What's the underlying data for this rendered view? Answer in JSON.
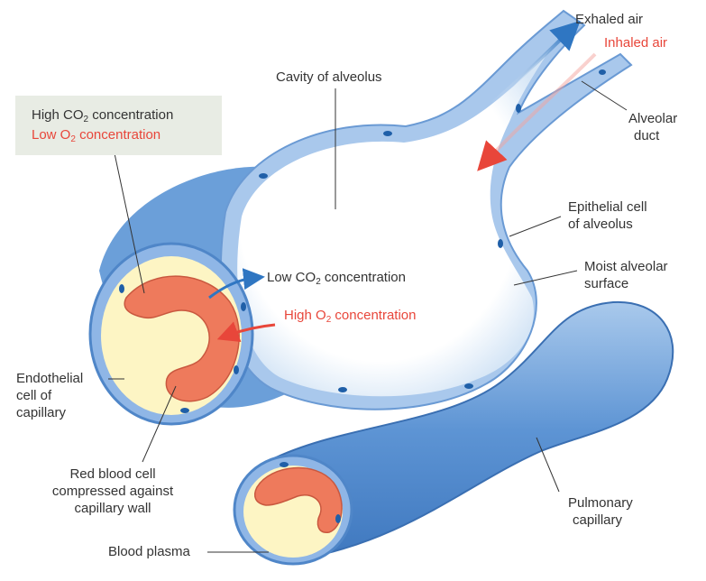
{
  "labels": {
    "exhaled_air": "Exhaled air",
    "inhaled_air": "Inhaled air",
    "cavity": "Cavity of alveolus",
    "alveolar_duct_1": "Alveolar",
    "alveolar_duct_2": "duct",
    "epithelial_1": "Epithelial cell",
    "epithelial_2": "of alveolus",
    "moist_1": "Moist alveolar",
    "moist_2": "surface",
    "high_co2_pre": "High CO",
    "high_co2_sub": "2",
    "high_co2_post": " concentration",
    "low_o2_pre": "Low O",
    "low_o2_sub": "2",
    "low_o2_post": " concentration",
    "low_co2_pre": "Low CO",
    "low_co2_sub": "2",
    "low_co2_post": " concentration",
    "high_o2_pre": "High O",
    "high_o2_sub": "2",
    "high_o2_post": " concentration",
    "endothelial_1": "Endothelial",
    "endothelial_2": "cell of",
    "endothelial_3": "capillary",
    "rbc_1": "Red blood cell",
    "rbc_2": "compressed against",
    "rbc_3": "capillary wall",
    "plasma": "Blood plasma",
    "pulmonary_1": "Pulmonary",
    "pulmonary_2": "capillary"
  },
  "colors": {
    "wall_blue": "#5b93d3",
    "wall_light": "#b9d3ee",
    "nucleus": "#1f5fa8",
    "plasma": "#fdf5c4",
    "rbc": "#ee7a5c",
    "red_text": "#e8463a",
    "arrow_blue": "#2f76c2",
    "arrow_red": "#e8463a",
    "box_bg": "#e8ece4"
  }
}
